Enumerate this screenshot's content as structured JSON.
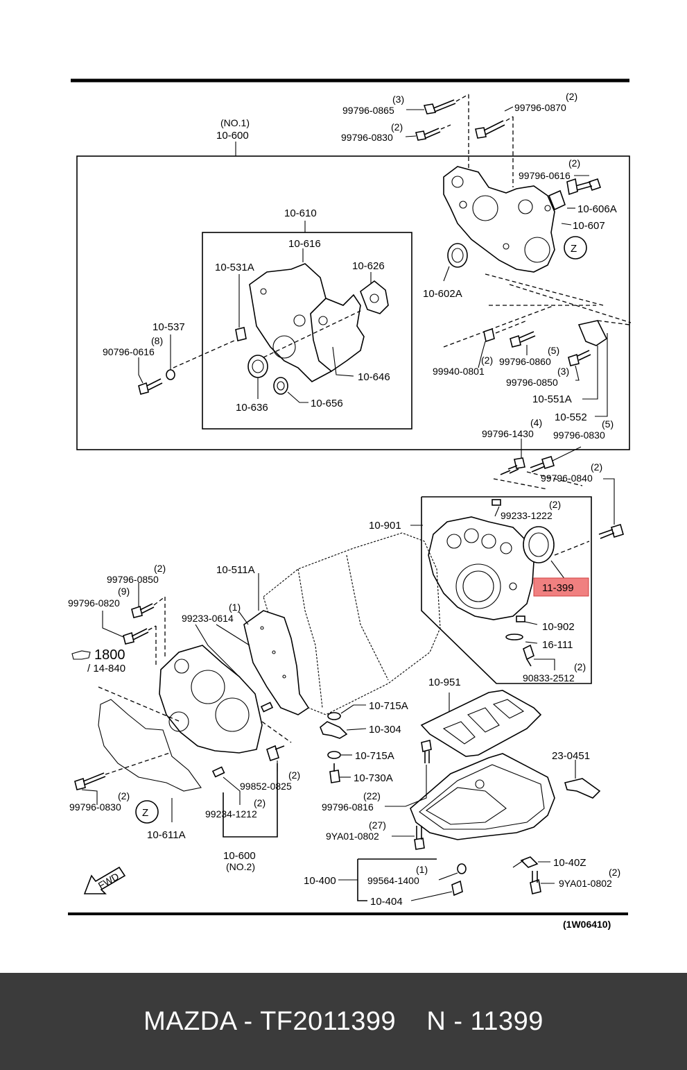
{
  "diagram": {
    "code": "(1W06410)",
    "fwd": "FWD",
    "zone": "Z",
    "labels": {
      "l_99796_0865": "99796-0865",
      "q_99796_0865": "(3)",
      "l_99796_0870": "99796-0870",
      "q_99796_0870": "(2)",
      "l_99796_0830a": "99796-0830",
      "q_99796_0830a": "(2)",
      "no1": "(NO.1)",
      "l_10_600a": "10-600",
      "l_99796_0616a": "99796-0616",
      "q_99796_0616a": "(2)",
      "l_10_606A": "10-606A",
      "l_10_607": "10-607",
      "l_10_610": "10-610",
      "l_10_616": "10-616",
      "l_10_531A": "10-531A",
      "l_10_626": "10-626",
      "l_10_602A": "10-602A",
      "l_10_537": "10-537",
      "q_8": "(8)",
      "l_90796_0616": "90796-0616",
      "l_10_646": "10-646",
      "l_10_636": "10-636",
      "l_10_656": "10-656",
      "l_99940_0801": "99940-0801",
      "q_99940_0801": "(2)",
      "l_99796_0860": "99796-0860",
      "q_99796_0860": "(5)",
      "l_99796_0850a": "99796-0850",
      "q_99796_0850a": "(3)",
      "l_10_551A": "10-551A",
      "l_10_552": "10-552",
      "q_10_552": "(5)",
      "l_99796_1430": "99796-1430",
      "q_99796_1430": "(4)",
      "l_99796_0830b": "99796-0830",
      "l_99796_0840": "99796-0840",
      "q_99796_0840": "(2)",
      "l_99233_1222": "99233-1222",
      "q_99233_1222": "(2)",
      "l_10_901": "10-901",
      "l_11_399": "11-399",
      "l_10_902": "10-902",
      "l_16_111": "16-111",
      "l_90833_2512": "90833-2512",
      "q_90833_2512": "(2)",
      "l_10_511A": "10-511A",
      "l_99796_0850b": "99796-0850",
      "q_99796_0850b": "(2)",
      "q_9": "(9)",
      "l_99796_0820": "99796-0820",
      "l_99233_0614": "99233-0614",
      "q_99233_0614": "(1)",
      "l_1800": "1800",
      "l_14_840": "/ 14-840",
      "l_10_951": "10-951",
      "l_10_715A_a": "10-715A",
      "l_10_304": "10-304",
      "l_10_715A_b": "10-715A",
      "l_10_730A": "10-730A",
      "l_23_0451": "23-0451",
      "l_99852_0825": "99852-0825",
      "q_99852_0825": "(2)",
      "l_99796_0830c": "99796-0830",
      "q_99796_0830c": "(2)",
      "l_99796_0816": "99796-0816",
      "q_99796_0816": "(22)",
      "l_99234_1212": "99234-1212",
      "q_99234_1212": "(2)",
      "l_10_611A": "10-611A",
      "l_9YA01_0802a": "9YA01-0802",
      "q_9YA01_0802a": "(27)",
      "l_10_600b": "10-600",
      "no2": "(NO.2)",
      "l_10_400": "10-400",
      "l_99564_1400": "99564-1400",
      "q_99564_1400": "(1)",
      "l_10_404": "10-404",
      "l_10_40Z": "10-40Z",
      "l_9YA01_0802b": "9YA01-0802",
      "q_9YA01_0802b": "(2)"
    },
    "highlight_color": "#f08080"
  },
  "footer": {
    "text": "MAZDA - TF2011399    N - 11399"
  }
}
